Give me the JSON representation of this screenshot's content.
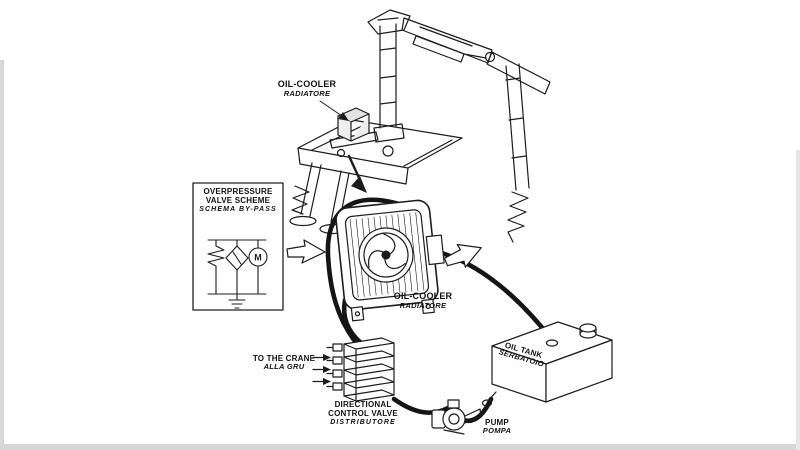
{
  "colors": {
    "ink": "#1c1c1c",
    "paper": "#ffffff"
  },
  "labels": {
    "oil_cooler_top": {
      "title": "OIL-COOLER",
      "subtitle": "RADIATORE"
    },
    "overpressure_scheme": {
      "line1": "OVERPRESSURE",
      "line2": "VALVE SCHEME",
      "line3": "SCHEMA BY-PASS",
      "motor_letter": "M"
    },
    "oil_cooler_main": {
      "title": "OIL-COOLER",
      "subtitle": "RADIATORE"
    },
    "oil_tank": {
      "title": "OIL TANK",
      "subtitle": "SERBATOIO"
    },
    "to_the_crane": {
      "title": "TO THE CRANE",
      "subtitle": "ALLA GRU"
    },
    "directional_control_valve": {
      "line1": "DIRECTIONAL",
      "line2": "CONTROL VALVE",
      "line3": "DISTRIBUTORE"
    },
    "pump": {
      "title": "PUMP",
      "subtitle": "POMPA"
    }
  }
}
